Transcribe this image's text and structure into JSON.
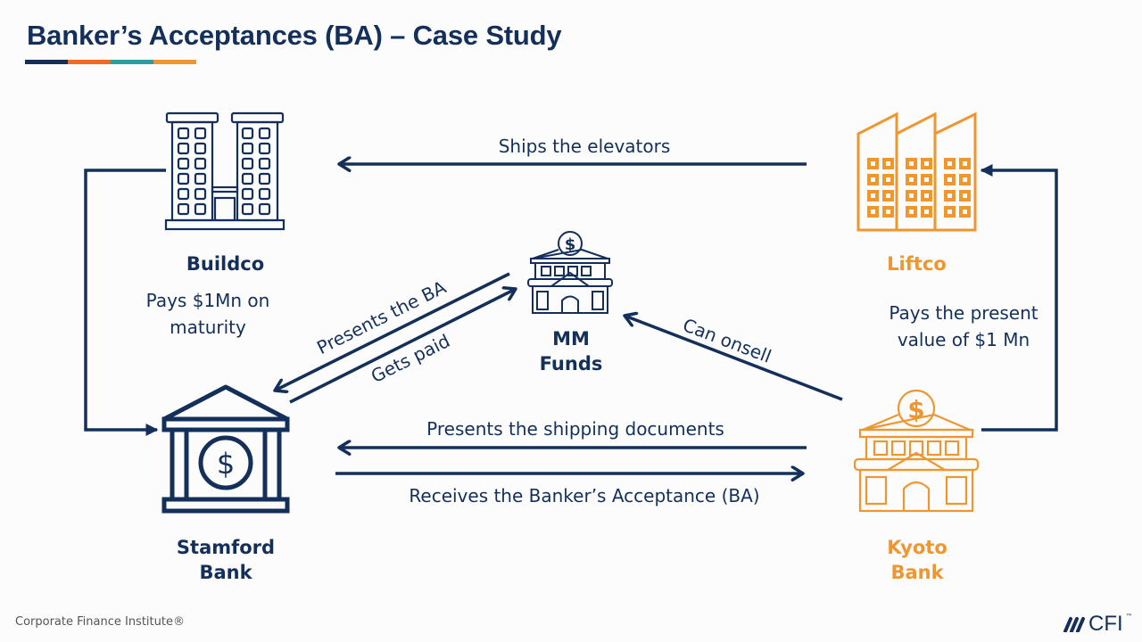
{
  "title": "Banker’s Acceptances (BA) – Case Study",
  "title_bar_colors": [
    "#14305a",
    "#f26a21",
    "#2a9ea3",
    "#ee9630"
  ],
  "colors": {
    "navy": "#14305a",
    "orange": "#ee9630"
  },
  "entities": {
    "buildco": {
      "name": "Buildco",
      "note": [
        "Pays $1Mn on",
        "maturity"
      ],
      "icon": "office-buildings-icon"
    },
    "liftco": {
      "name": "Liftco",
      "note": [
        "Pays the present",
        "value of $1 Mn"
      ],
      "icon": "factory-icon"
    },
    "mm_funds": {
      "name_lines": [
        "MM",
        "Funds"
      ],
      "icon": "bank-building-icon"
    },
    "stamford": {
      "name_lines": [
        "Stamford",
        "Bank"
      ],
      "icon": "bank-dollar-icon"
    },
    "kyoto": {
      "name_lines": [
        "Kyoto",
        "Bank"
      ],
      "icon": "bank-building-icon"
    }
  },
  "flows": {
    "ships_elevators": "Ships the elevators",
    "presents_ba": "Presents the BA",
    "gets_paid": "Gets paid",
    "can_onsell": "Can onsell",
    "presents_docs": "Presents the shipping documents",
    "receives_ba": "Receives the Banker’s Acceptance (BA)"
  },
  "footer": {
    "text": "Corporate Finance Institute®",
    "logo": "CFI",
    "tm": "™"
  }
}
